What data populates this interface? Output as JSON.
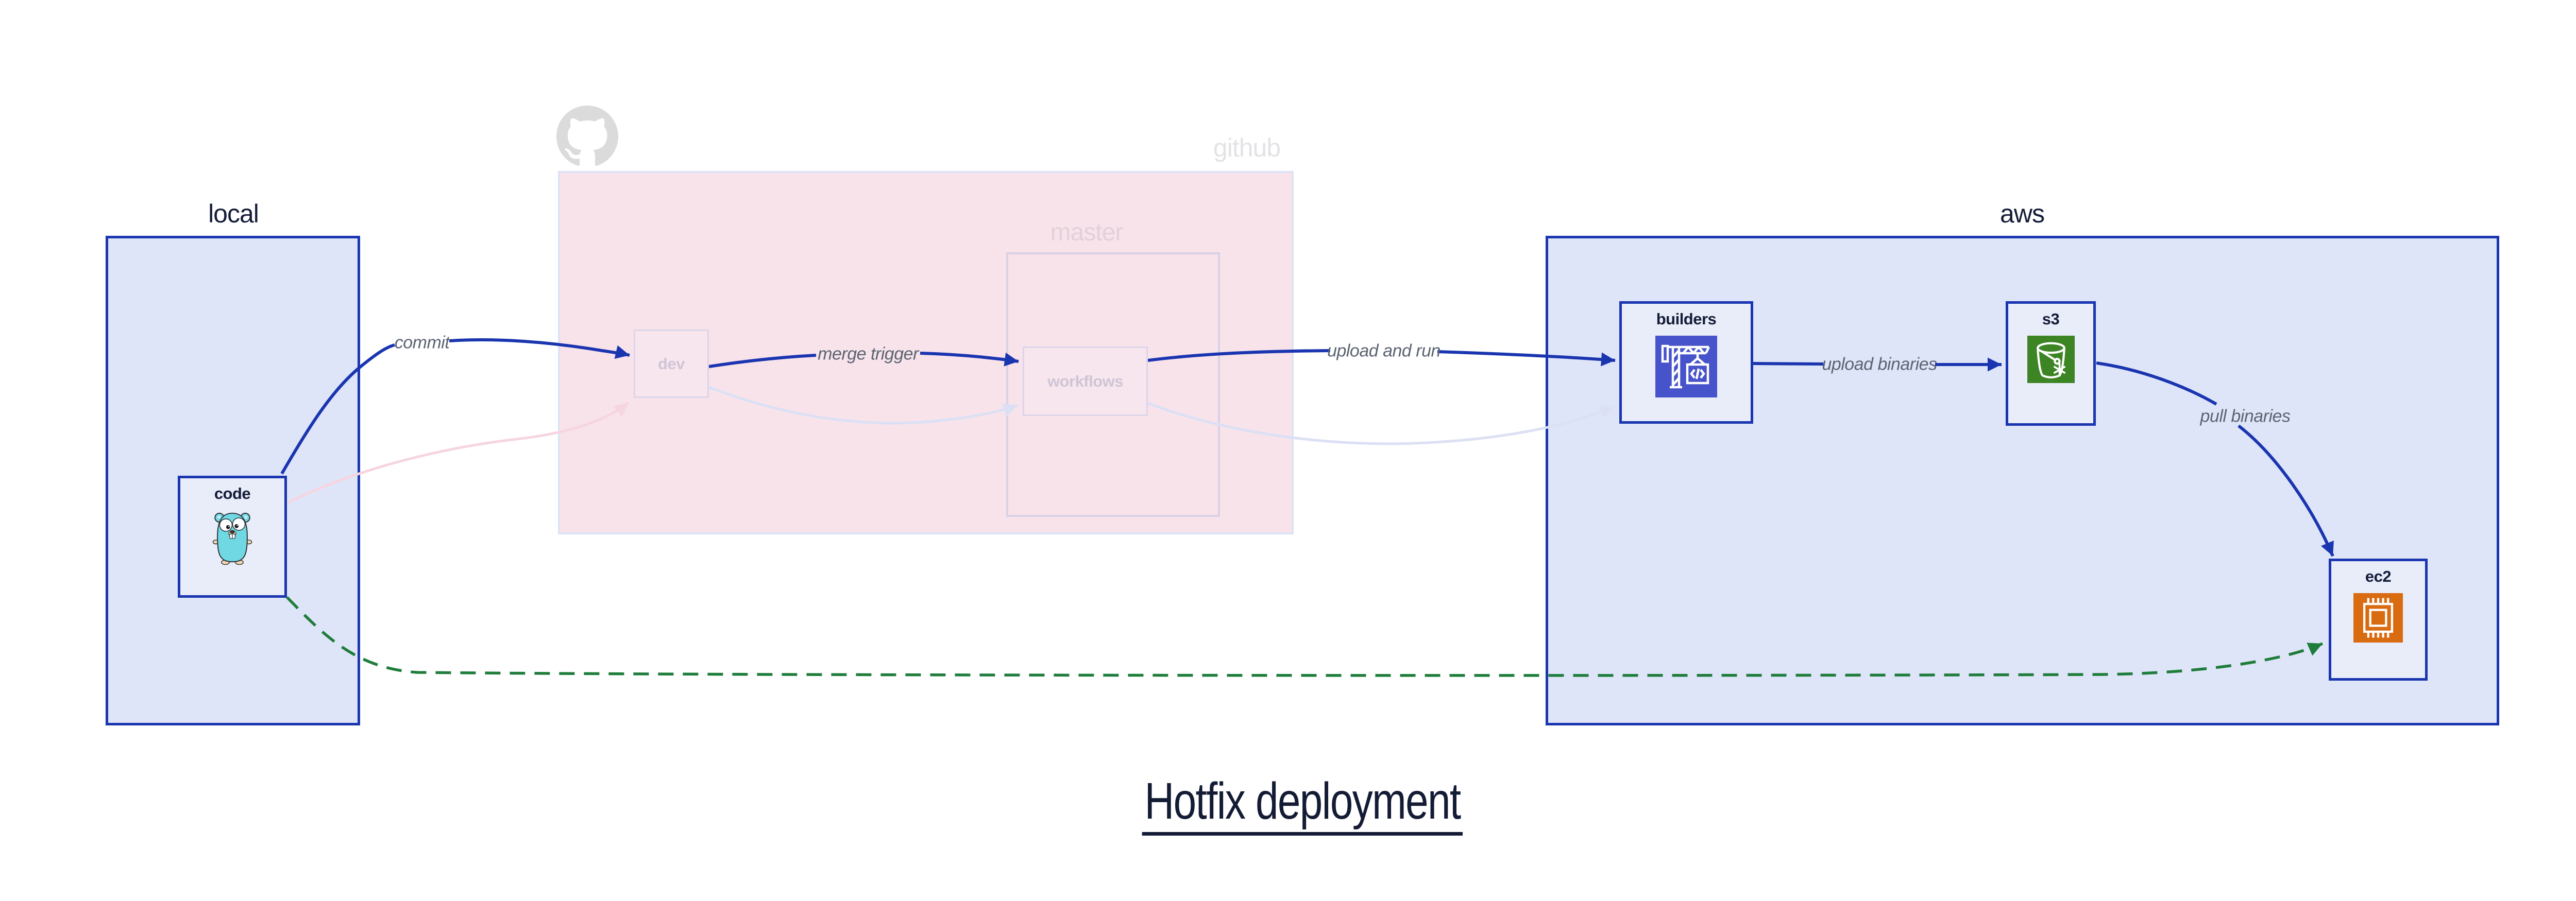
{
  "title": {
    "text": "Hotfix deployment"
  },
  "regions": {
    "local": {
      "label": "local"
    },
    "github": {
      "label": "github",
      "branch_label": "master"
    },
    "aws": {
      "label": "aws"
    }
  },
  "nodes": {
    "code": {
      "label": "code",
      "icon": "go-gopher-icon"
    },
    "dev": {
      "label": "dev"
    },
    "workflows": {
      "label": "workflows"
    },
    "builders": {
      "label": "builders",
      "icon": "codebuild-crane-icon"
    },
    "s3": {
      "label": "s3",
      "icon": "s3-bucket-icon"
    },
    "ec2": {
      "label": "ec2",
      "icon": "ec2-chip-icon"
    }
  },
  "edges": {
    "commit": {
      "label": "commit"
    },
    "merge_trigger": {
      "label": "merge trigger"
    },
    "upload_and_run": {
      "label": "upload and run"
    },
    "upload_binaries": {
      "label": "upload binaries"
    },
    "pull_binaries": {
      "label": "pull binaries"
    }
  },
  "icons": {
    "github_logo": "octocat-icon"
  },
  "colors": {
    "arrow_blue": "#1a35b0",
    "arrow_green_dashed": "#1f7d3c",
    "arrow_faded_pink": "#f6d5e0",
    "arrow_faded_lavender": "#dbe0f4",
    "region_fill_blue": "#dfe5f8",
    "region_fill_pink": "#f8e3eb",
    "node_fill": "#e9edfa",
    "codebuild_icon_bg": "#4753ca",
    "s3_icon_bg": "#3d8524",
    "ec2_icon_bg": "#d96b10",
    "gopher_teal": "#6fd8e3",
    "title_color": "#141b35",
    "github_logo_gray": "#dbdbdb"
  }
}
